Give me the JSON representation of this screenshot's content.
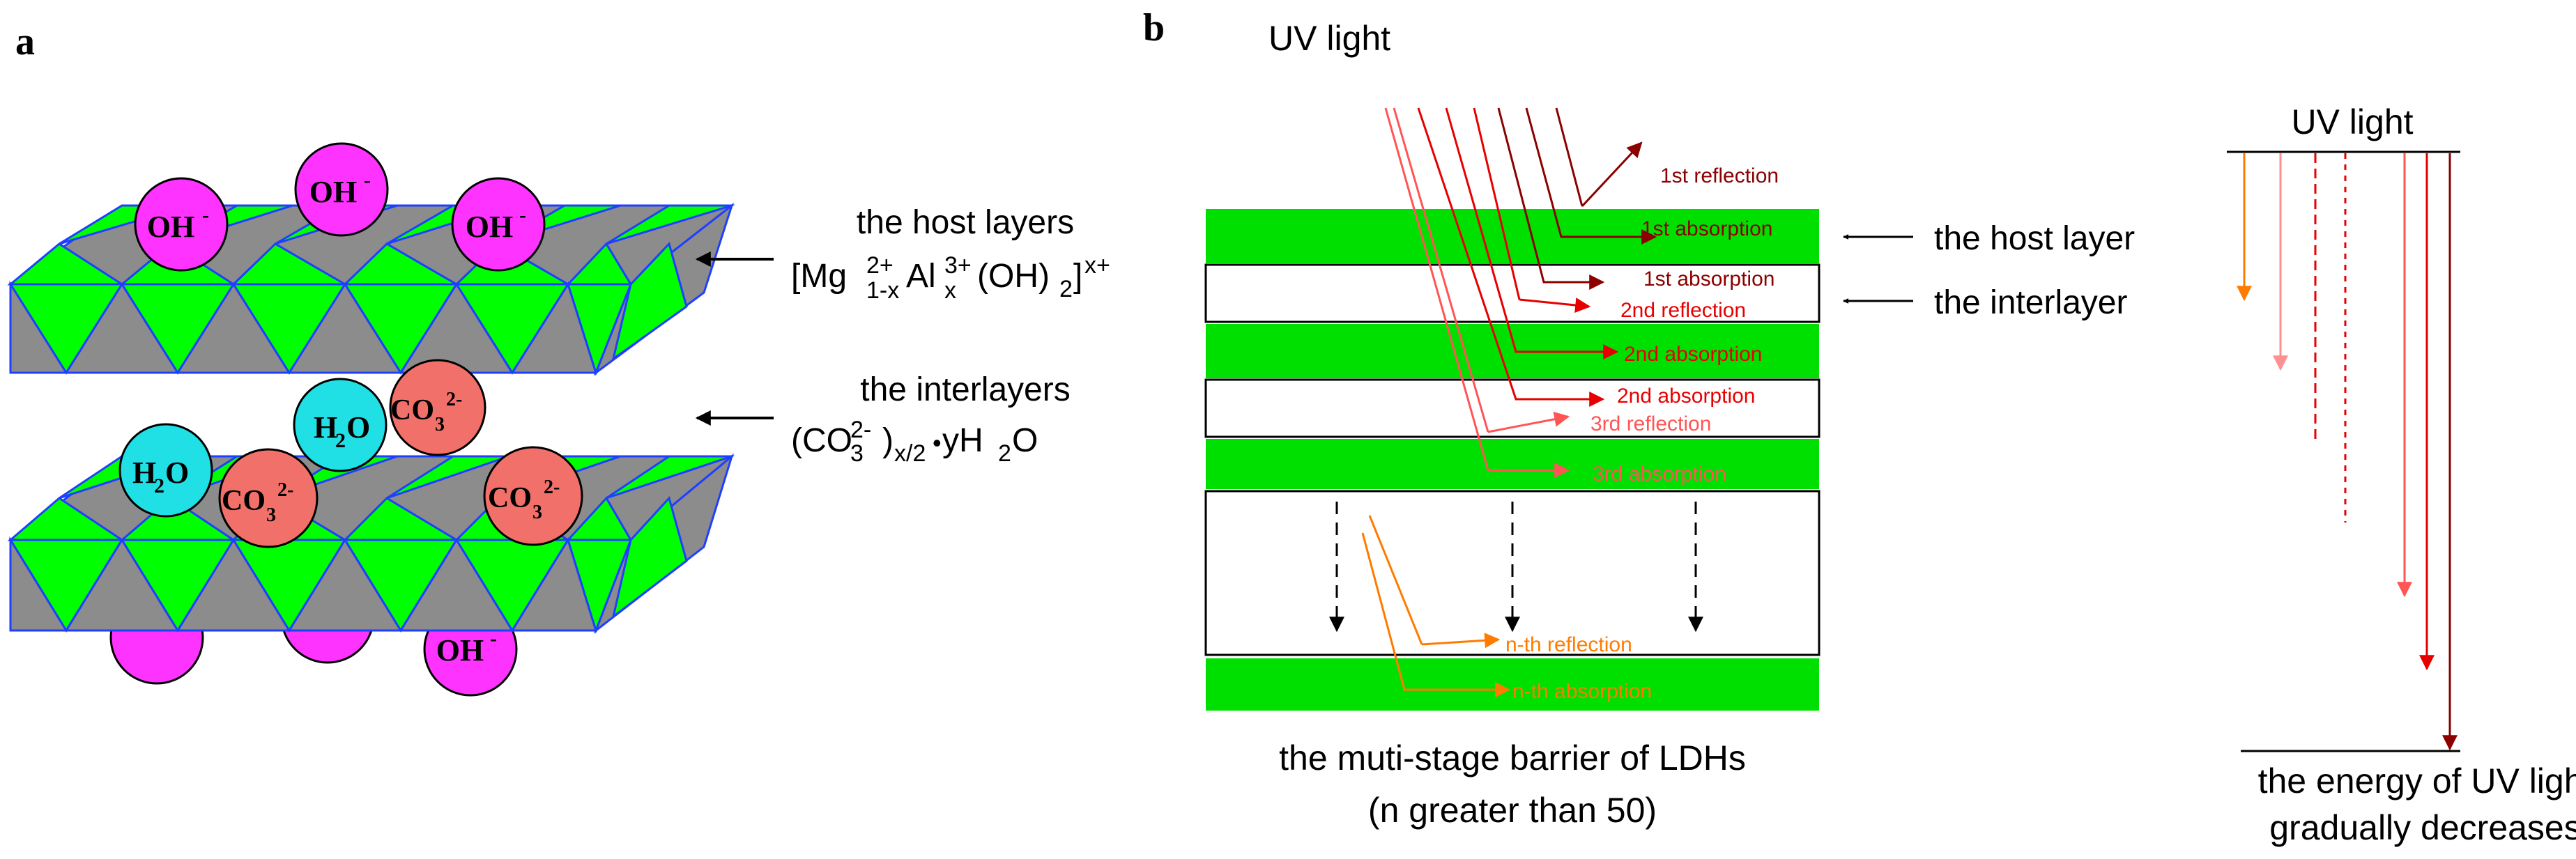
{
  "panel_a": {
    "label": "a",
    "ion_oh": "OH",
    "ion_oh_charge": "-",
    "h2o_h": "H",
    "h2o_sub": "2",
    "h2o_o": "O",
    "co3_base": "CO",
    "co3_sub": "3",
    "co3_charge": "2-",
    "host_title": "the host layers",
    "host_formula": {
      "mg": "[Mg",
      "mg_sup": "2+",
      "mg_sub": "1-x",
      "al": " Al",
      "al_sup": "3+",
      "al_sub": "x",
      "oh": " (OH)",
      "oh_sub": "2",
      "close": "]",
      "close_sup": "x+"
    },
    "inter_title": "the interlayers",
    "inter_formula": {
      "open": "(CO",
      "co3_sup": "2-",
      "co3_sub": "3",
      "close": ")",
      "close_sub": "x/2",
      "dot": "•",
      "y": " yH",
      "y_sub": "2",
      "o": "O"
    }
  },
  "panel_b": {
    "label": "b",
    "uv_light": "UV light",
    "labels": {
      "reflection1": "1st reflection",
      "absorption1a": "1st absorption",
      "absorption1b": "1st absorption",
      "reflection2": "2nd reflection",
      "absorption2a": "2nd absorption",
      "absorption2b": "2nd absorption",
      "reflection3": "3rd reflection",
      "absorption3": "3rd  absorption",
      "reflection_n": "n-th  reflection",
      "absorption_n": "n-th absorption"
    },
    "host_layer": "the host layer",
    "interlayer": "the interlayer",
    "caption_line1": "the muti-stage barrier of LDHs",
    "caption_line2": "(n greater than 50)"
  },
  "energy_panel": {
    "uv_light": "UV light",
    "caption_line1": "the energy of UV light",
    "caption_line2": "gradually decreases"
  },
  "colors": {
    "layer_green": "#00e000",
    "octa_green": "#00ff00",
    "octa_gray": "#8c8c8c",
    "octa_edge": "#1f3fff",
    "oh_magenta": "#ff33ff",
    "h2o_cyan": "#20e0e6",
    "co3_salmon": "#f2706a",
    "dark_red": "#8b0000",
    "red": "#e60000",
    "light_red": "#ff5555",
    "pink": "#ff9090",
    "orange": "#ff7b00"
  }
}
